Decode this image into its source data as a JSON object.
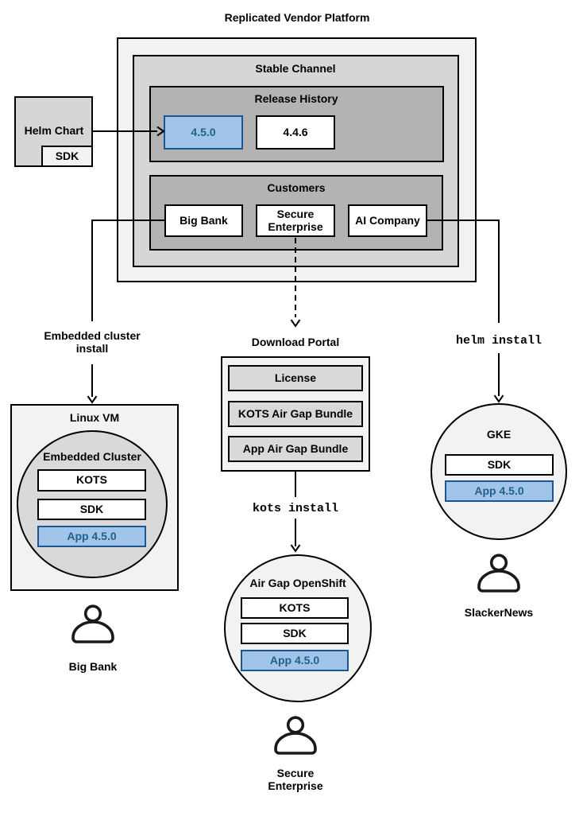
{
  "title": "Replicated Vendor Platform",
  "platform": {
    "stable_channel": "Stable Channel",
    "release_history": {
      "label": "Release History",
      "current": "4.5.0",
      "previous": "4.4.6"
    },
    "customers": {
      "label": "Customers",
      "big_bank": "Big Bank",
      "secure_enterprise": "Secure Enterprise",
      "ai_company": "AI Company"
    }
  },
  "helm_chart": {
    "label": "Helm Chart",
    "sdk": "SDK"
  },
  "download_portal": {
    "title": "Download Portal",
    "license": "License",
    "kots_bundle": "KOTS Air Gap Bundle",
    "app_bundle": "App Air Gap Bundle"
  },
  "arrows": {
    "embedded_cluster_install": "Embedded cluster\ninstall",
    "kots_install": "kots install",
    "helm_install": "helm install"
  },
  "linux_vm": {
    "title": "Linux VM",
    "embedded_cluster": {
      "label": "Embedded Cluster",
      "kots": "KOTS",
      "sdk": "SDK",
      "app": "App 4.5.0"
    }
  },
  "air_gap_openshift": {
    "label": "Air Gap OpenShift",
    "kots": "KOTS",
    "sdk": "SDK",
    "app": "App 4.5.0"
  },
  "gke": {
    "label": "GKE",
    "sdk": "SDK",
    "app": "App 4.5.0"
  },
  "personas": {
    "big_bank": "Big Bank",
    "secure_enterprise": "Secure\nEnterprise",
    "slackernews": "SlackerNews"
  },
  "colors": {
    "highlight_fill": "#a0c5e8",
    "highlight_border": "#1d5492",
    "highlight_text": "#21618c",
    "container_light": "#f2f2f2",
    "container_mid": "#d6d6d6",
    "container_dark": "#b3b3b3",
    "item_gray": "#d9d9d9",
    "line": "#000000"
  }
}
